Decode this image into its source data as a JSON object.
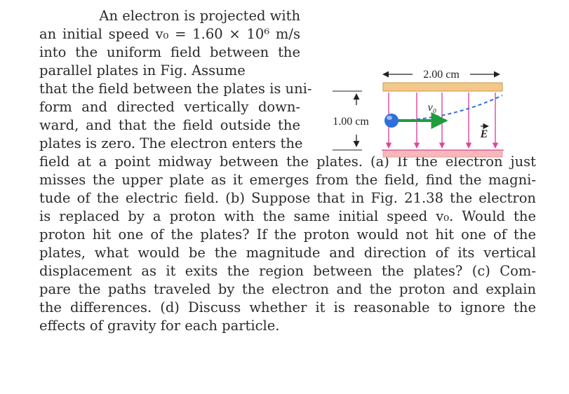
{
  "problem": {
    "narrow_lines": [
      "An electron is projected with",
      "an initial speed v₀ = 1.60 × 10⁶ m/s",
      "into the uniform field between the",
      "parallel plates in Fig. Assume",
      "that the field between the plates is uni-",
      "form and directed vertically down-",
      "ward, and that the field outside the",
      "plates is zero. The electron enters the"
    ],
    "wide_lines": [
      "field at a point midway between the plates. (a) If the electron just",
      "misses the upper plate as it emerges from the field, find the magni-",
      "tude of the electric field. (b) Suppose that in Fig. 21.38 the electron",
      "is replaced by a proton with the same initial speed v₀. Would the",
      "proton hit one of the plates? If the proton would not hit one of the",
      "plates, what would be the magnitude and direction of its vertical",
      "displacement as it exits the region between the plates? (c) Com-",
      "pare the paths traveled by the electron and the proton and explain",
      "the differences. (d) Discuss whether it is reasonable to ignore the",
      "effects of gravity for each particle."
    ]
  },
  "figure": {
    "width_label": "2.00 cm",
    "height_label": "1.00 cm",
    "velocity_label": "v₀",
    "field_label": "E",
    "colors": {
      "plate_top": "#f2c98a",
      "plate_bottom": "#f6b8b8",
      "field_arrow": "#e0449b",
      "velocity_arrow": "#1f9d3c",
      "electron": "#2f6fdc",
      "trajectory": "#2f6fdc"
    }
  }
}
